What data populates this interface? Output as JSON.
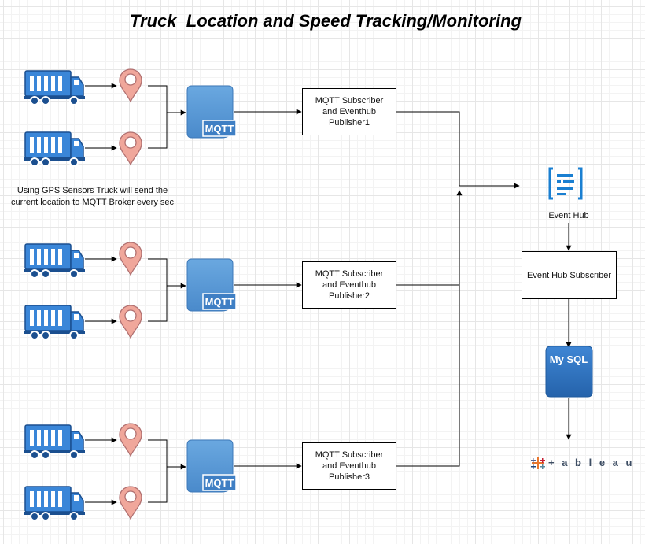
{
  "title": "Truck  Location and Speed Tracking/Monitoring",
  "caption": {
    "line1": "Using GPS Sensors Truck will send the",
    "line2": "current location to MQTT Broker every sec"
  },
  "broker_label": "MQTT",
  "publishers": [
    {
      "line1": "MQTT Subscriber",
      "line2": "and Eventhub",
      "line3": "Publisher1"
    },
    {
      "line1": "MQTT Subscriber",
      "line2": "and Eventhub",
      "line3": "Publisher2"
    },
    {
      "line1": "MQTT Subscriber",
      "line2": "and Eventhub",
      "line3": "Publisher3"
    }
  ],
  "event_hub": {
    "label": "Event Hub"
  },
  "event_hub_subscriber": {
    "label": "Event Hub Subscriber"
  },
  "database": {
    "label": "My SQL"
  },
  "tableau": {
    "label": "+ a b l e a u"
  },
  "colors": {
    "truck": "#3a86d8",
    "truck_dark": "#1b4f8f",
    "pin": "#f0a79b",
    "pin_stroke": "#b07070",
    "mqtt_box": "#5b9bd5",
    "mysql": "#2e73bf",
    "event_hub": "#1a7fd1"
  }
}
